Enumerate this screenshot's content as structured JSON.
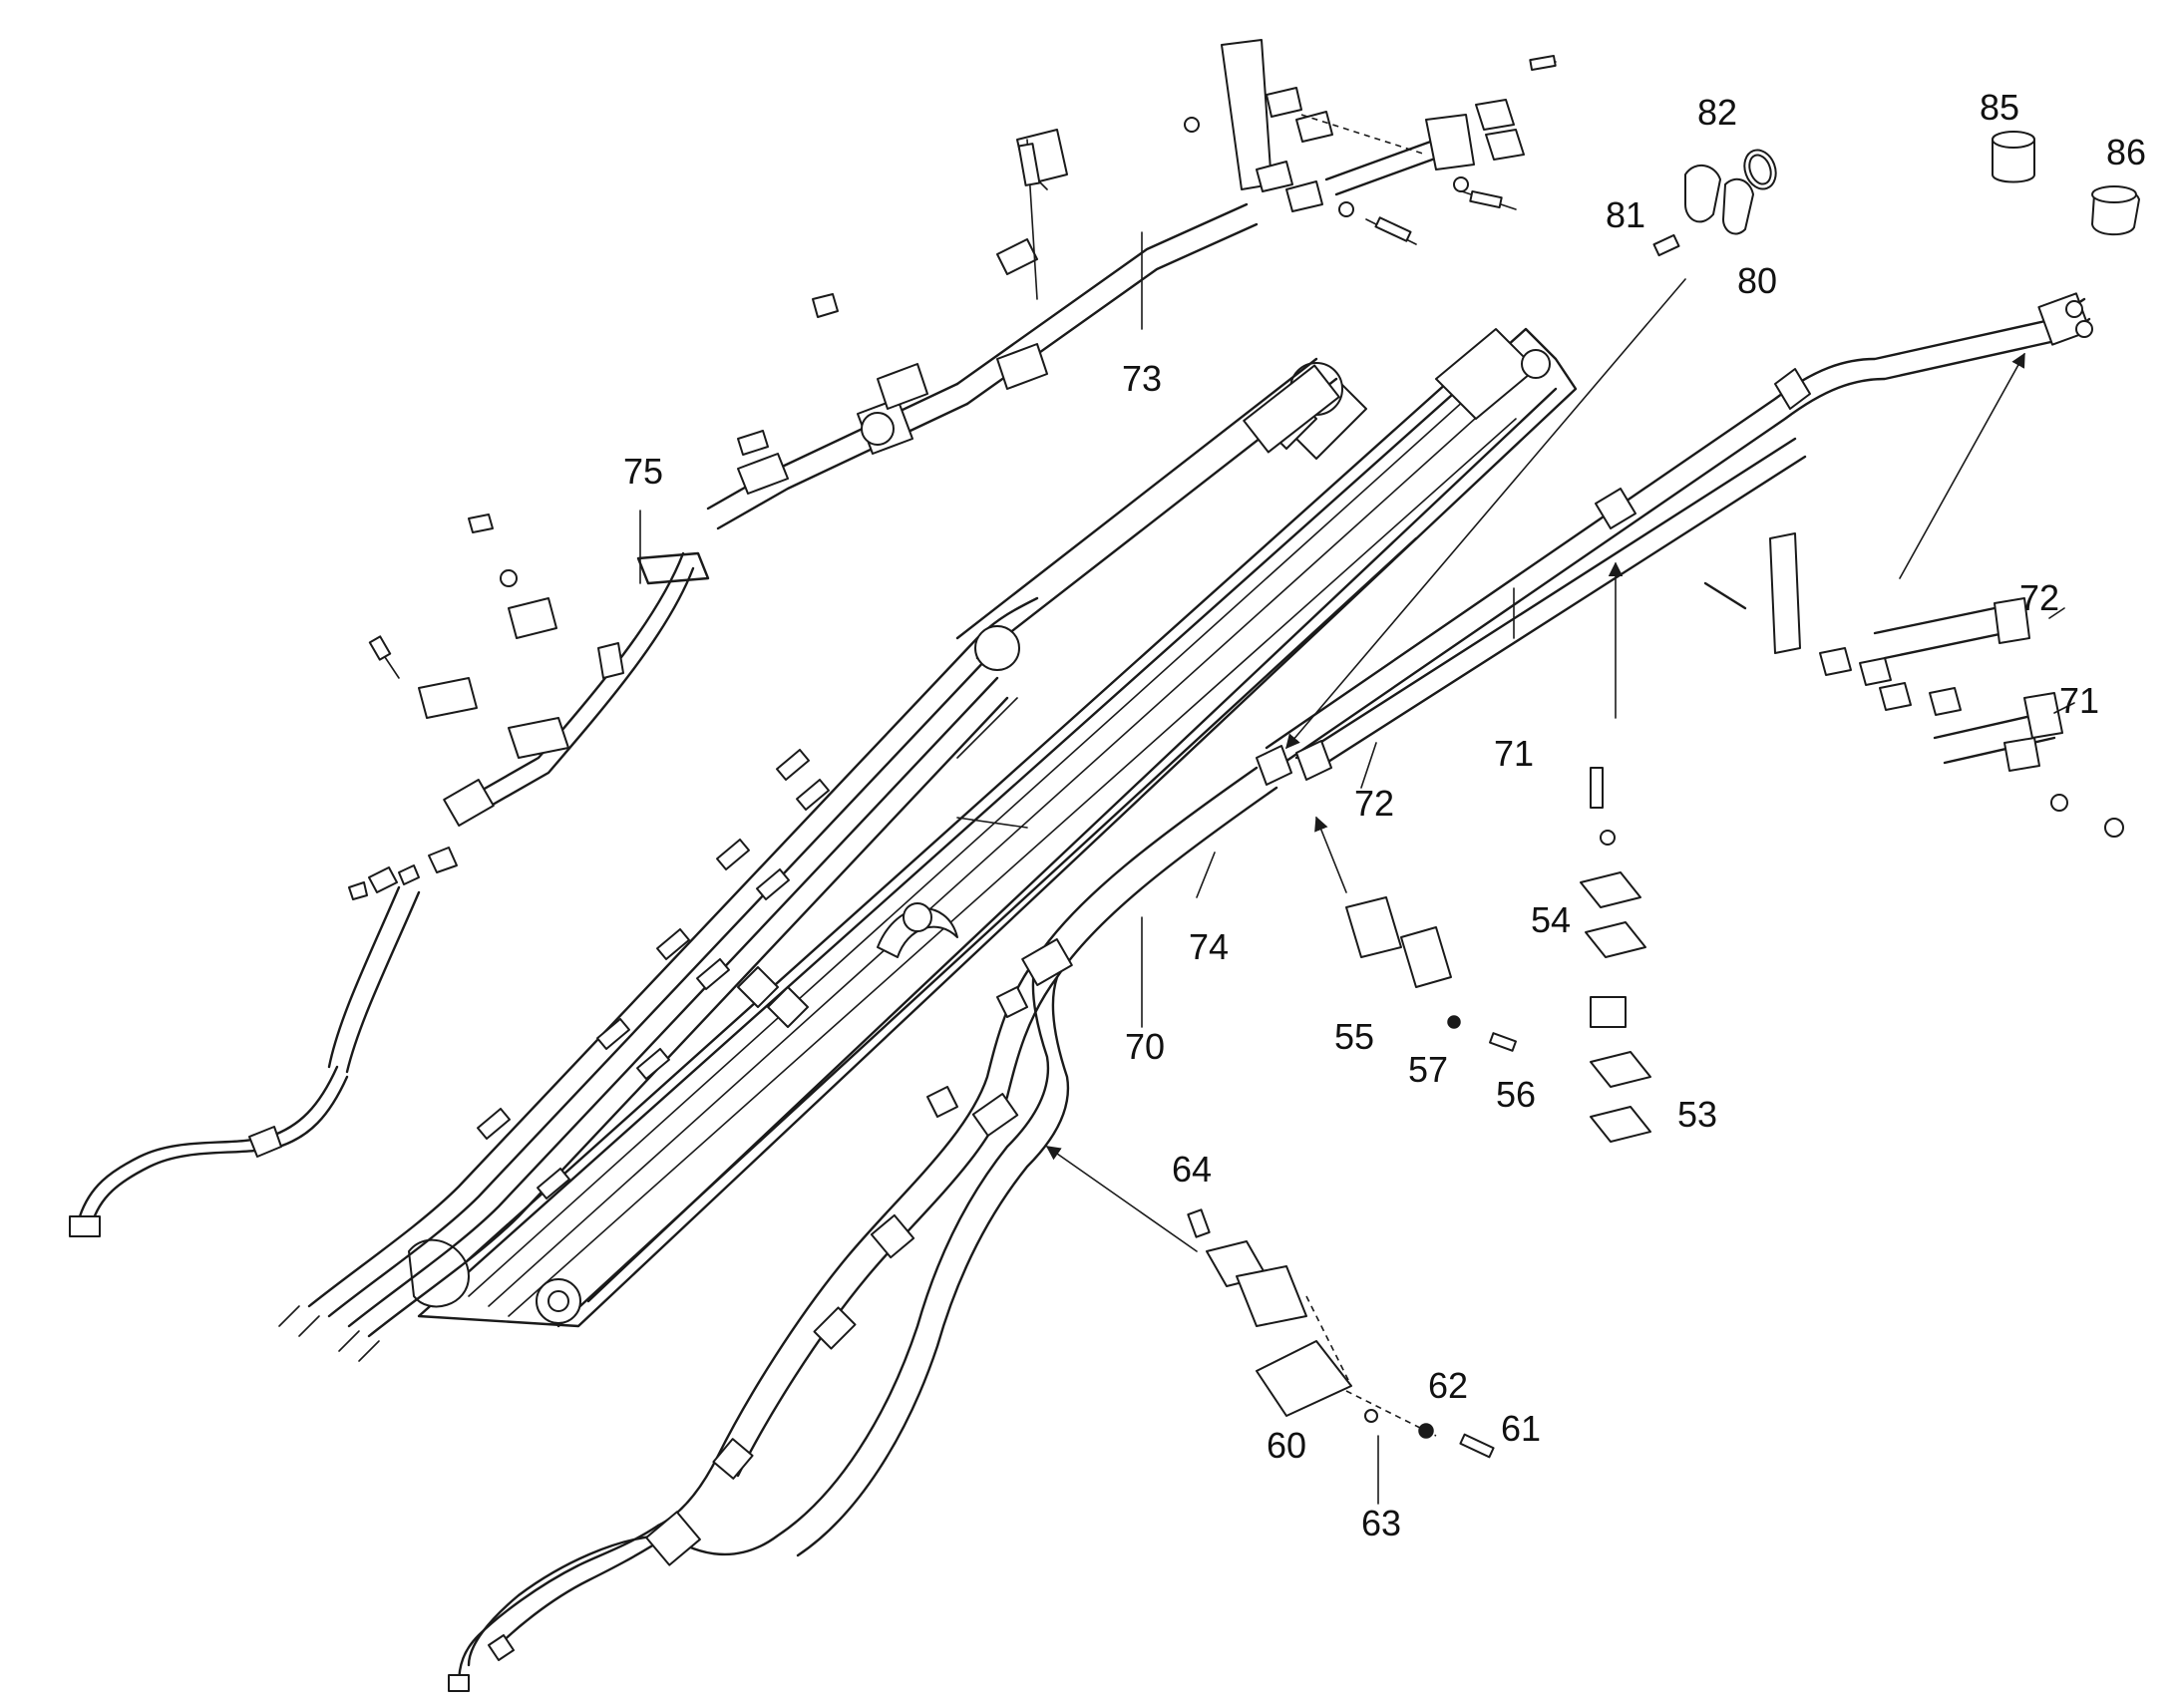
{
  "diagram": {
    "callouts": [
      "53",
      "54",
      "55",
      "56",
      "57",
      "60",
      "61",
      "62",
      "63",
      "64",
      "70",
      "71",
      "72",
      "73",
      "74",
      "75",
      "80",
      "81",
      "82",
      "85",
      "86"
    ],
    "labels": {
      "c53": "53",
      "c54": "54",
      "c55": "55",
      "c56": "56",
      "c57": "57",
      "c60": "60",
      "c61": "61",
      "c62": "62",
      "c63": "63",
      "c64": "64",
      "c70": "70",
      "c71a": "71",
      "c71b": "71",
      "c72a": "72",
      "c72b": "72",
      "c73": "73",
      "c74": "74",
      "c75": "75",
      "c80": "80",
      "c81": "81",
      "c82": "82",
      "c85": "85",
      "c86": "86"
    },
    "colors": {
      "ink": "#1a1a1a",
      "background": "#ffffff"
    }
  }
}
